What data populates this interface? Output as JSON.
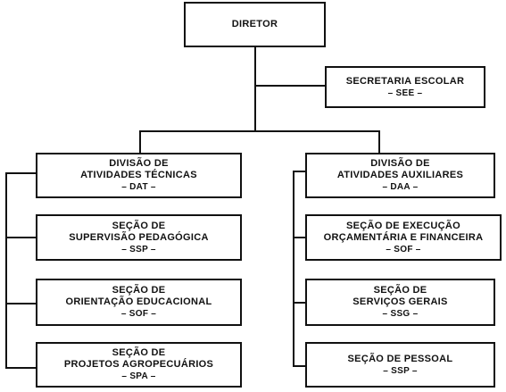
{
  "nodes": {
    "diretor": {
      "title": "DIRETOR"
    },
    "secretaria": {
      "title": "SECRETARIA ESCOLAR",
      "abbr": "– SEE –"
    },
    "dat": {
      "line1": "DIVISÃO DE",
      "line2": "ATIVIDADES TÉCNICAS",
      "abbr": "– DAT –"
    },
    "daa": {
      "line1": "DIVISÃO DE",
      "line2": "ATIVIDADES AUXILIARES",
      "abbr": "– DAA –"
    },
    "ssp_supervisao": {
      "line1": "SEÇÃO DE",
      "line2": "SUPERVISÃO PEDAGÓGICA",
      "abbr": "– SSP –"
    },
    "sof_orientacao": {
      "line1": "SEÇÃO DE",
      "line2": "ORIENTAÇÃO EDUCACIONAL",
      "abbr": "– SOF –"
    },
    "spa": {
      "line1": "SEÇÃO DE",
      "line2": "PROJETOS AGROPECUÁRIOS",
      "abbr": "– SPA –"
    },
    "sof_execucao": {
      "line1": "SEÇÃO DE EXECUÇÃO",
      "line2": "ORÇAMENTÁRIA E FINANCEIRA",
      "abbr": "– SOF –"
    },
    "ssg": {
      "line1": "SEÇÃO DE",
      "line2": "SERVIÇOS GERAIS",
      "abbr": "– SSG –"
    },
    "ssp_pessoal": {
      "line1": "SEÇÃO DE PESSOAL",
      "abbr": "– SSP –"
    }
  }
}
